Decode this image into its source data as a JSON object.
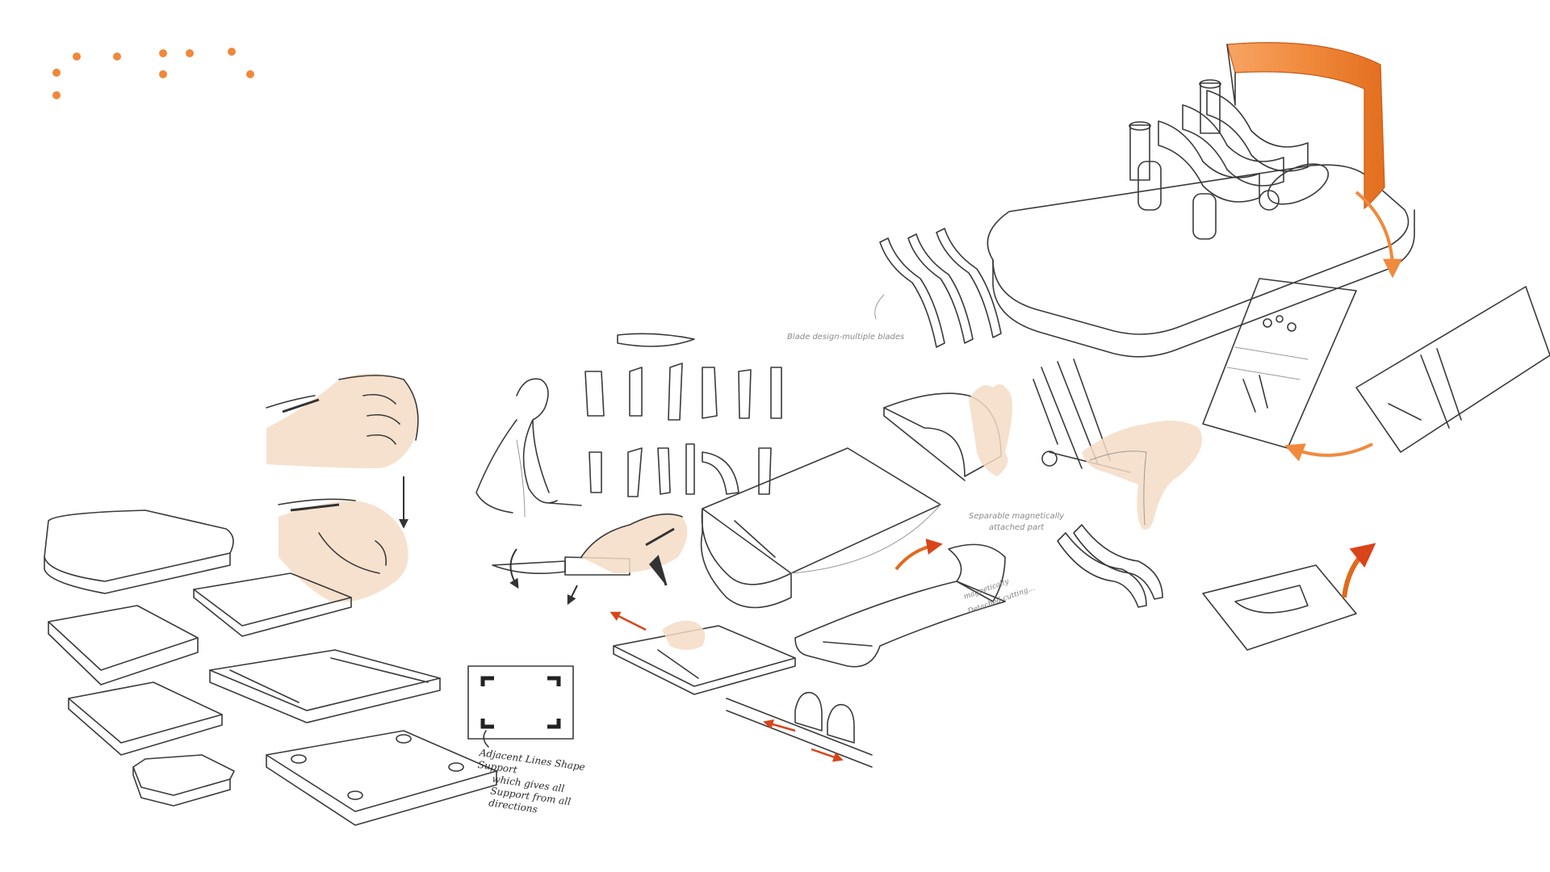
{
  "annotations": {
    "blade_design": "Blade design-multiple blades",
    "separable_line1": "Separable magnetically",
    "separable_line2": "attached part",
    "support_line1": "Adjacent Lines Shape Support",
    "support_line2": "which gives all",
    "support_line3": "Support from all",
    "support_line4": "directions",
    "side_note_line1": "magnetically",
    "side_note_line2": "Detached cutting..."
  },
  "colors": {
    "accent": "#f0883a",
    "accent_dark": "#e06a1c",
    "ink": "#3a3a3a",
    "skin": "#f4dcc6"
  },
  "icons": {
    "decor": "orange-dot-pattern",
    "arrows": "orange-direction-arrows"
  }
}
